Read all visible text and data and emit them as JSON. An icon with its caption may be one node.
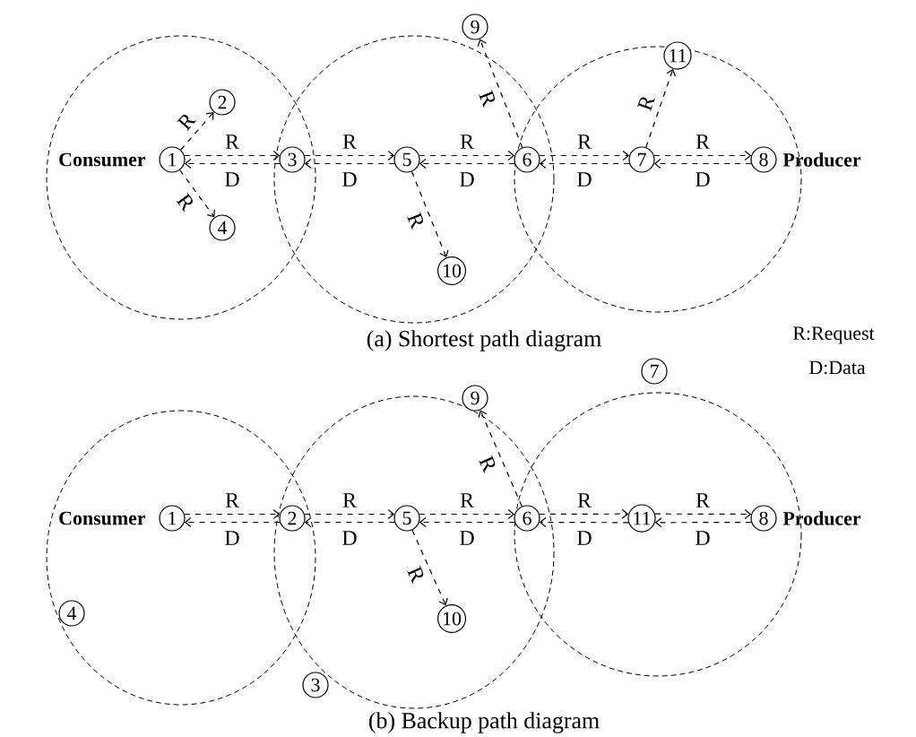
{
  "diagram": {
    "nodes": [
      {
        "text": [
          "1"
        ]
      },
      {
        "text": [
          "2"
        ]
      },
      {
        "text": [
          "3"
        ]
      },
      {
        "text": [
          "4"
        ]
      },
      {
        "text": [
          "5"
        ]
      },
      {
        "text": [
          "6"
        ]
      },
      {
        "text": [
          "7"
        ]
      },
      {
        "text": [
          "8"
        ]
      },
      {
        "text": [
          "9"
        ]
      },
      {
        "text": [
          "10"
        ]
      },
      {
        "text": [
          "11"
        ]
      },
      {
        "text": [
          "1"
        ]
      },
      {
        "text": [
          "2"
        ]
      },
      {
        "text": [
          "3"
        ]
      },
      {
        "text": [
          "4"
        ]
      },
      {
        "text": [
          "5"
        ]
      },
      {
        "text": [
          "6"
        ]
      },
      {
        "text": [
          "7"
        ]
      },
      {
        "text": [
          "8"
        ]
      },
      {
        "text": [
          "9"
        ]
      },
      {
        "text": [
          "10"
        ]
      },
      {
        "text": [
          "11"
        ]
      }
    ],
    "edges": [
      {
        "from": 0,
        "to": 2,
        "arrow": "to",
        "label": "R",
        "style": "dashed"
      },
      {
        "from": 2,
        "to": 0,
        "arrow": "to",
        "label": "D",
        "style": "dashed"
      },
      {
        "from": 2,
        "to": 4,
        "arrow": "to",
        "label": "R",
        "style": "dashed"
      },
      {
        "from": 4,
        "to": 2,
        "arrow": "to",
        "label": "D",
        "style": "dashed"
      },
      {
        "from": 4,
        "to": 5,
        "arrow": "to",
        "label": "R",
        "style": "dashed"
      },
      {
        "from": 5,
        "to": 4,
        "arrow": "to",
        "label": "D",
        "style": "dashed"
      },
      {
        "from": 5,
        "to": 6,
        "arrow": "to",
        "label": "R",
        "style": "dashed"
      },
      {
        "from": 6,
        "to": 5,
        "arrow": "to",
        "label": "D",
        "style": "dashed"
      },
      {
        "from": 6,
        "to": 7,
        "arrow": "to",
        "label": "R",
        "style": "dashed"
      },
      {
        "from": 7,
        "to": 6,
        "arrow": "to",
        "label": "D",
        "style": "dashed"
      },
      {
        "from": 0,
        "to": 1,
        "arrow": "to",
        "label": "R",
        "style": "dashed"
      },
      {
        "from": 0,
        "to": 3,
        "arrow": "to",
        "label": "R",
        "style": "dashed"
      },
      {
        "from": 4,
        "to": 9,
        "arrow": "to",
        "label": "R",
        "style": "dashed"
      },
      {
        "from": 5,
        "to": 8,
        "arrow": "to",
        "label": "R",
        "style": "dashed"
      },
      {
        "from": 6,
        "to": 10,
        "arrow": "to",
        "label": "R",
        "style": "dashed"
      },
      {
        "from": 11,
        "to": 12,
        "arrow": "to",
        "label": "R",
        "style": "dashed"
      },
      {
        "from": 12,
        "to": 11,
        "arrow": "to",
        "label": "D",
        "style": "dashed"
      },
      {
        "from": 12,
        "to": 15,
        "arrow": "to",
        "label": "R",
        "style": "dashed"
      },
      {
        "from": 15,
        "to": 12,
        "arrow": "to",
        "label": "D",
        "style": "dashed"
      },
      {
        "from": 15,
        "to": 16,
        "arrow": "to",
        "label": "R",
        "style": "dashed"
      },
      {
        "from": 16,
        "to": 15,
        "arrow": "to",
        "label": "D",
        "style": "dashed"
      },
      {
        "from": 16,
        "to": 21,
        "arrow": "to",
        "label": "R",
        "style": "dashed"
      },
      {
        "from": 21,
        "to": 16,
        "arrow": "to",
        "label": "D",
        "style": "dashed"
      },
      {
        "from": 21,
        "to": 18,
        "arrow": "to",
        "label": "R",
        "style": "dashed"
      },
      {
        "from": 18,
        "to": 21,
        "arrow": "to",
        "label": "D",
        "style": "dashed"
      },
      {
        "from": 15,
        "to": 20,
        "arrow": "to",
        "label": "R",
        "style": "dashed"
      },
      {
        "from": 16,
        "to": 19,
        "arrow": "to",
        "label": "R",
        "style": "dashed"
      }
    ],
    "labels": [
      "Consumer",
      "Producer",
      "(a) Shortest path diagram",
      "R:Request",
      "D:Data",
      "Consumer",
      "Producer",
      "(b) Backup path diagram"
    ]
  }
}
